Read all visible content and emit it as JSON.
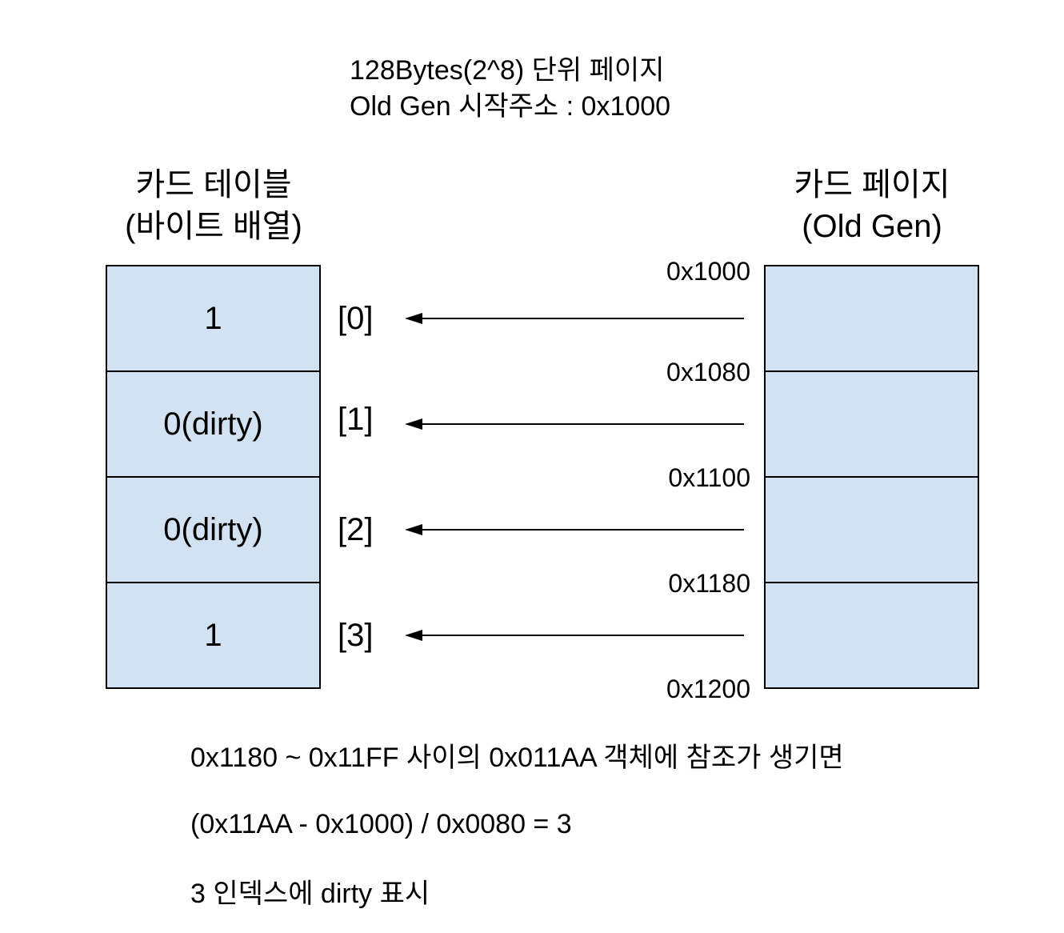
{
  "header": {
    "line1": "128Bytes(2^8) 단위 페이지",
    "line2": "Old Gen 시작주소 : 0x1000"
  },
  "card_table": {
    "title_line1": "카드 테이블",
    "title_line2": "(바이트 배열)",
    "cells": [
      "1",
      "0(dirty)",
      "0(dirty)",
      "1"
    ],
    "indices": [
      "[0]",
      "[1]",
      "[2]",
      "[3]"
    ],
    "fill_color": "#d3e2f2"
  },
  "card_page": {
    "title_line1": "카드 페이지",
    "title_line2": "(Old Gen)",
    "addresses": [
      "0x1000",
      "0x1080",
      "0x1100",
      "0x1180",
      "0x1200"
    ],
    "fill_color": "#d3e2f2"
  },
  "notes": {
    "line1": "0x1180 ~ 0x11FF 사이의 0x011AA 객체에 참조가 생기면",
    "line2": "(0x11AA - 0x1000) / 0x0080 = 3",
    "line3": "3 인덱스에 dirty 표시"
  }
}
